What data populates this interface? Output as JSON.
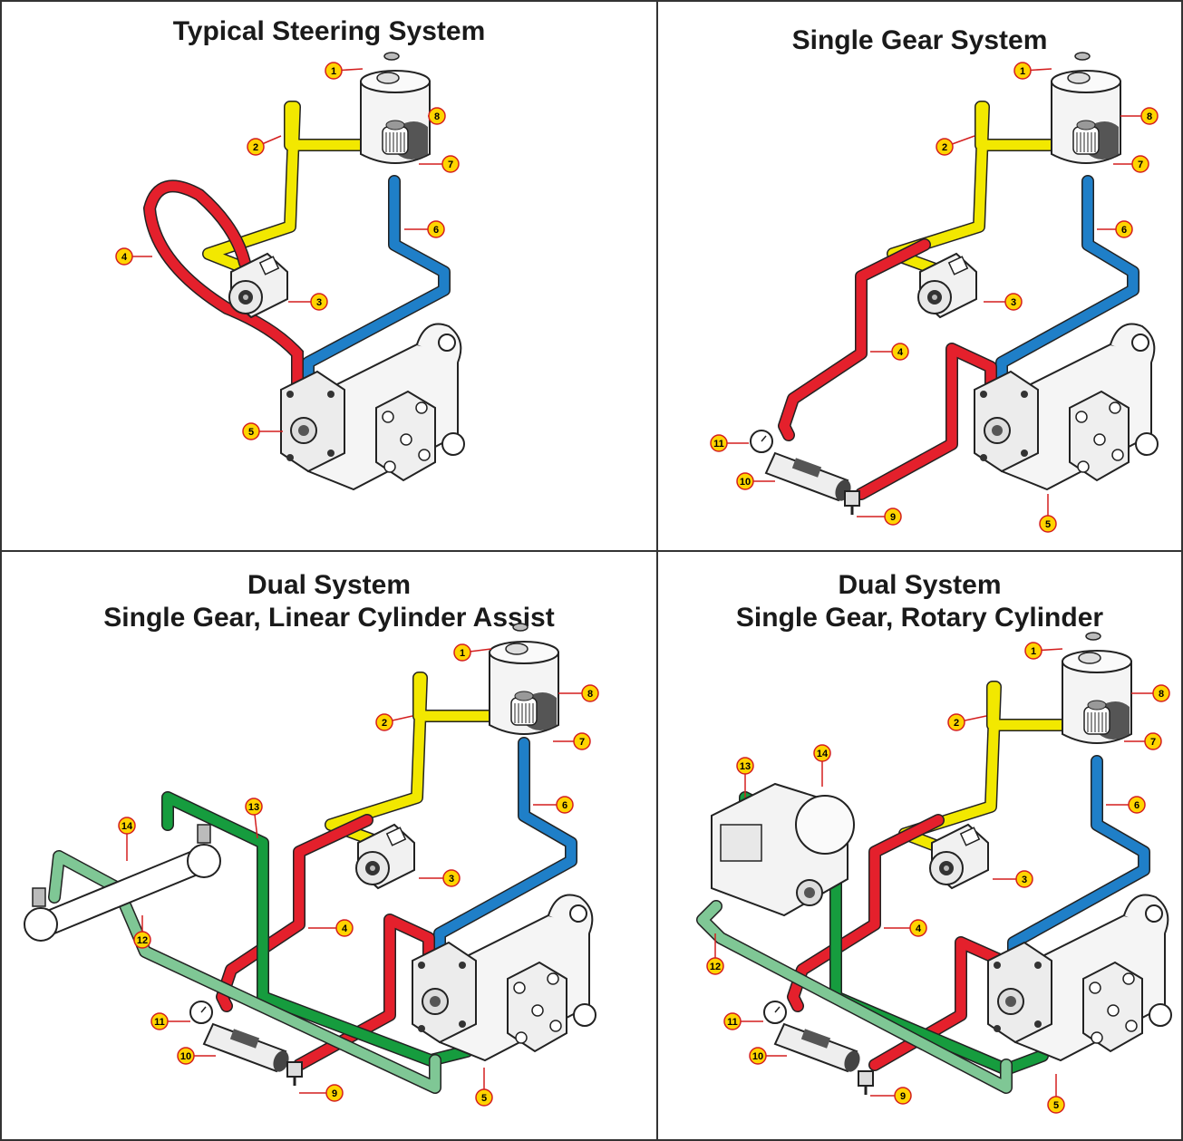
{
  "colors": {
    "suction": "#f2e800",
    "pressure": "#e4202c",
    "return": "#1f7fc8",
    "cylinder_line_dark": "#169c3e",
    "cylinder_line_light": "#7fc795",
    "badge_fill": "#ffd400",
    "badge_stroke": "#d41f1f",
    "border": "#333333"
  },
  "panels": [
    {
      "title_line1": "Typical Steering System",
      "title_line2": "",
      "labels": [
        "1",
        "2",
        "3",
        "4",
        "5",
        "6",
        "7",
        "8"
      ]
    },
    {
      "title_line1": "Single Gear System",
      "title_line2": "",
      "labels": [
        "1",
        "2",
        "3",
        "4",
        "5",
        "6",
        "7",
        "8",
        "9",
        "10",
        "11"
      ]
    },
    {
      "title_line1": "Dual System",
      "title_line2": "Single Gear, Linear Cylinder Assist",
      "labels": [
        "1",
        "2",
        "3",
        "4",
        "5",
        "6",
        "7",
        "8",
        "9",
        "10",
        "11",
        "12",
        "13",
        "14"
      ]
    },
    {
      "title_line1": "Dual System",
      "title_line2": "Single Gear, Rotary Cylinder",
      "labels": [
        "1",
        "2",
        "3",
        "4",
        "5",
        "6",
        "7",
        "8",
        "9",
        "10",
        "11",
        "12",
        "13",
        "14"
      ]
    }
  ]
}
